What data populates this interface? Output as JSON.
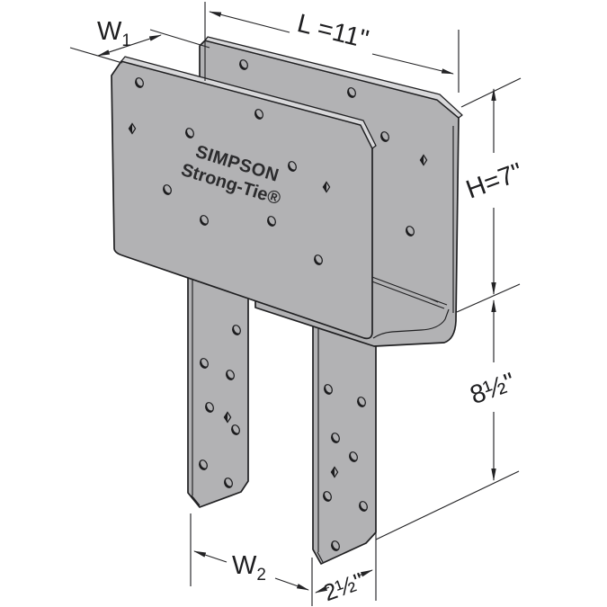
{
  "diagram": {
    "title": "Column cap connector line drawing",
    "logo": {
      "line1": "SIMPSON",
      "line2": "Strong-Tie®"
    },
    "dimensions": {
      "w1": {
        "base": "W",
        "sub": "1"
      },
      "length": "L =11\"",
      "height": "H=7\"",
      "strap_length": "8½\"",
      "w2": {
        "base": "W",
        "sub": "2"
      },
      "strap_width": "2½\""
    },
    "colors": {
      "steel": "#b2b2b4",
      "steel_edge": "#d8d8da",
      "line": "#202022",
      "dimension": "#232325",
      "background": "#ffffff"
    }
  }
}
